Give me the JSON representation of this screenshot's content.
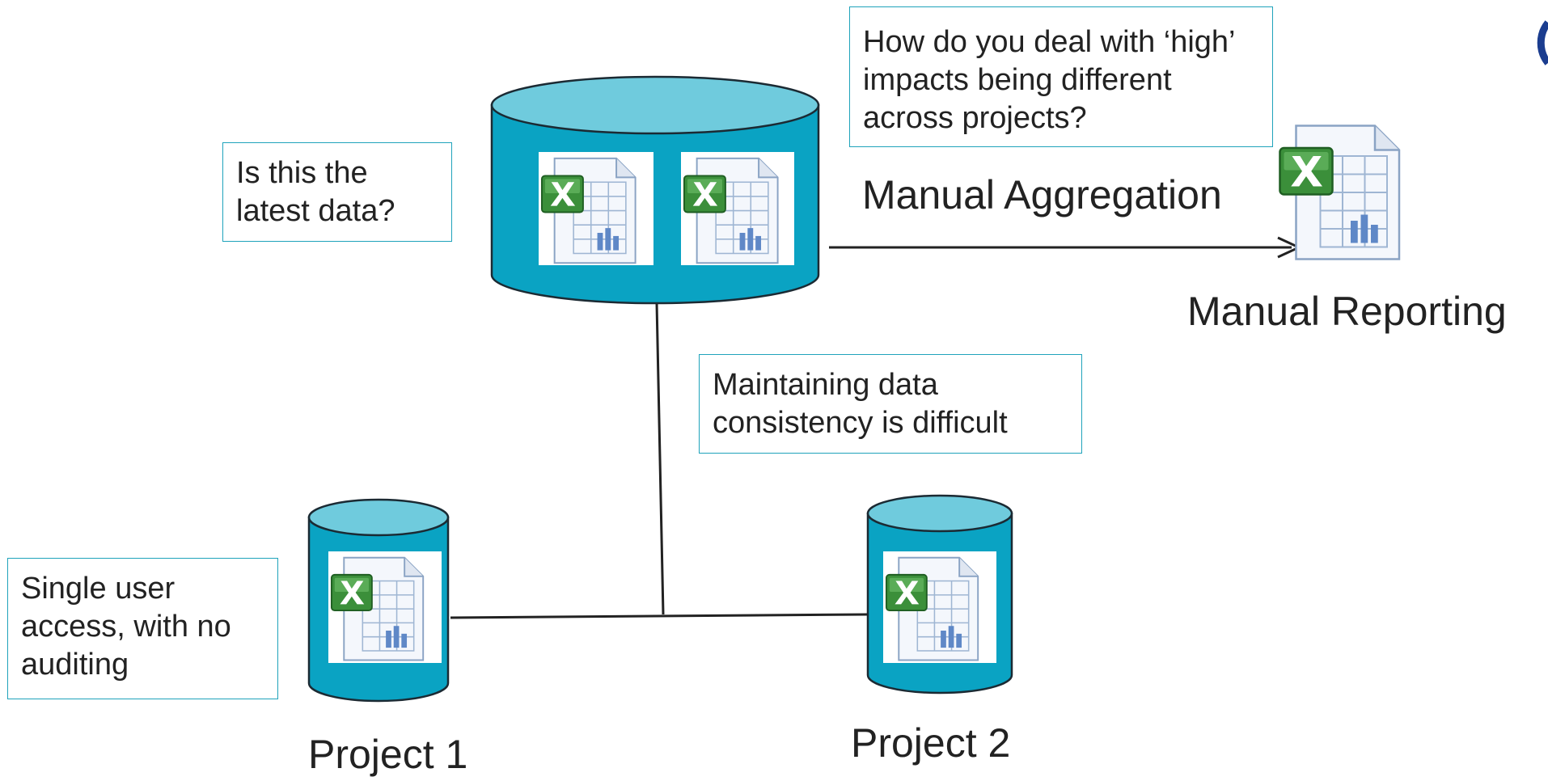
{
  "colors": {
    "cylinder_body": "#0aa3c3",
    "cylinder_top": "#6fcbdd",
    "callout_border": "#1fa3bb",
    "connector": "#222222"
  },
  "icons": [
    "excel-spreadsheet-icon"
  ],
  "callouts": {
    "latest_data": "Is this the latest data?",
    "high_impacts": "How do you deal with ‘high’ impacts being different across projects?",
    "consistency": "Maintaining data consistency is difficult",
    "single_user": "Single user access, with no auditing"
  },
  "labels": {
    "aggregation": "Manual  Aggregation",
    "reporting": "Manual  Reporting",
    "project1": "Project 1",
    "project2": "Project 2"
  }
}
